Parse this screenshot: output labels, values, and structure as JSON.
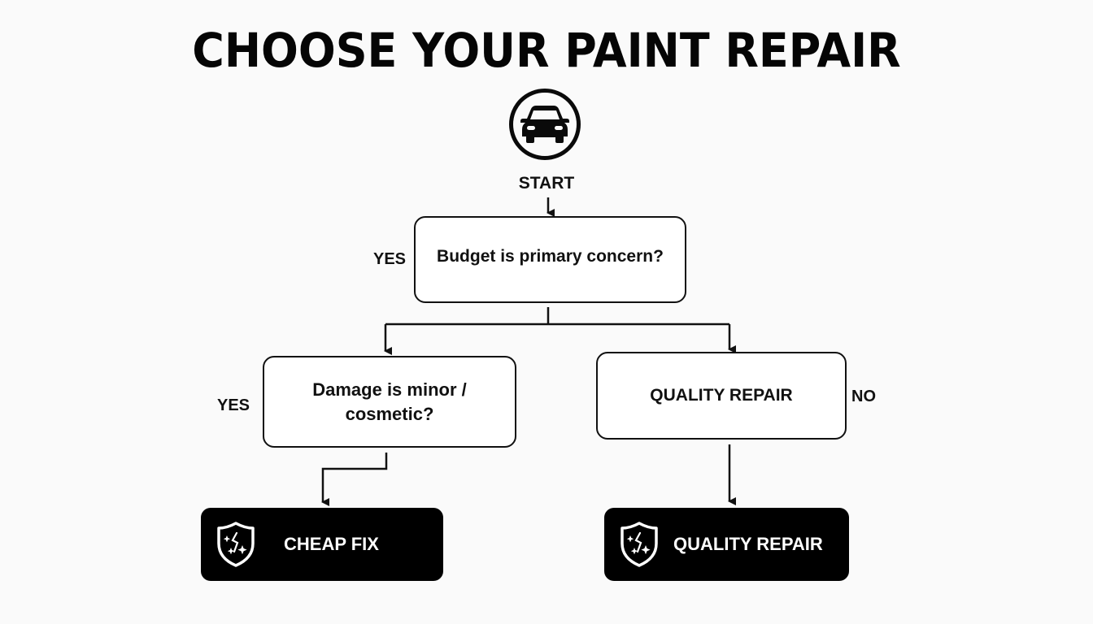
{
  "title": "CHOOSE YOUR PAINT REPAIR",
  "start": {
    "icon": "car-icon",
    "label": "START"
  },
  "nodes": {
    "budget_question": {
      "text": "Budget is primary concern?",
      "side_label": "YES"
    },
    "damage_question": {
      "text": "Damage is minor / cosmetic?",
      "side_label": "YES"
    },
    "quality_repair_box": {
      "text": "QUALITY REPAIR",
      "side_label": "NO"
    }
  },
  "outcomes": [
    {
      "label": "CHEAP FIX",
      "icon": "shield-sparkle-icon"
    },
    {
      "label": "QUALITY REPAIR",
      "icon": "shield-sparkle-icon"
    }
  ],
  "colors": {
    "background": "#fafafa",
    "ink": "#111111",
    "outcome_bg": "#000000",
    "outcome_text": "#ffffff"
  }
}
